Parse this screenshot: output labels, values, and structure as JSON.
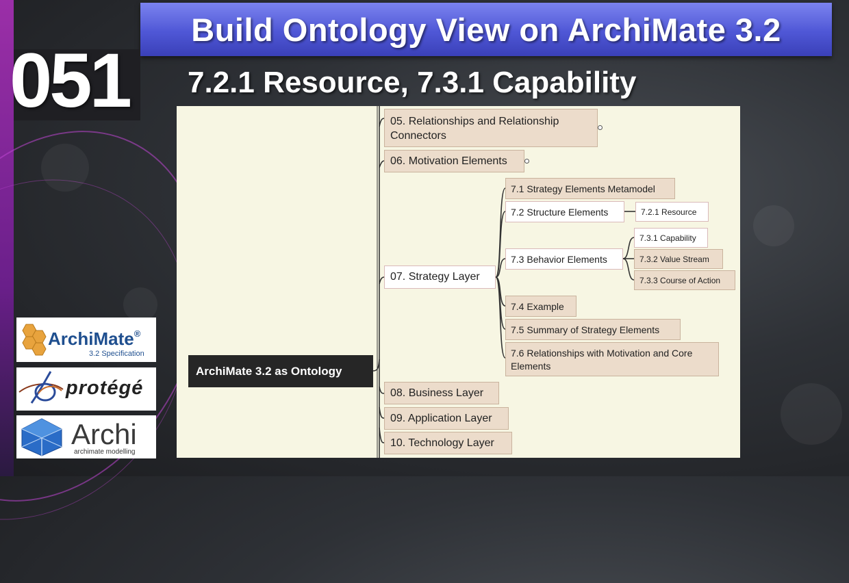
{
  "slide": {
    "title": "Build Ontology View on ArchiMate 3.2",
    "episode": "051",
    "subtitle": "7.2.1 Resource, 7.3.1 Capability"
  },
  "logos": {
    "archimate": {
      "name": "ArchiMate",
      "reg": "®",
      "spec": "3.2 Specification"
    },
    "protege": {
      "name": "protégé"
    },
    "archi": {
      "name": "Archi",
      "tagline": "archimate modelling"
    }
  },
  "mindmap": {
    "root": "ArchiMate 3.2 as Ontology",
    "level1": {
      "n05": "05. Relationships and Relationship Connectors",
      "n06": "06. Motivation Elements",
      "n07": "07. Strategy Layer",
      "n08": "08. Business Layer",
      "n09": "09. Application Layer",
      "n10": "10. Technology Layer"
    },
    "strategy": {
      "s71": "7.1 Strategy Elements Metamodel",
      "s72": "7.2 Structure Elements",
      "s73": "7.3 Behavior Elements",
      "s74": "7.4 Example",
      "s75": "7.5 Summary of Strategy Elements",
      "s76": "7.6 Relationships with Motivation and Core Elements"
    },
    "structure": {
      "s721": "7.2.1 Resource"
    },
    "behavior": {
      "s731": "7.3.1 Capability",
      "s732": "7.3.2 Value Stream",
      "s733": "7.3.3 Course of Action"
    }
  },
  "colors": {
    "title_bar": "#4f57d6",
    "canvas": "#f7f6e3",
    "node_fill": "#ecdccb",
    "root_fill": "#262626",
    "accent_purple": "#9b2fa8"
  }
}
